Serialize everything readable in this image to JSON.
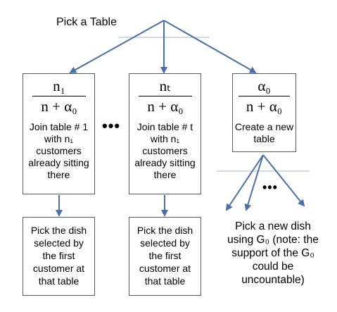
{
  "root_label": "Pick a Table",
  "ellipsis": "•••",
  "tables": [
    {
      "frac_num": "n₁",
      "frac_den": "n + α₀",
      "lines": [
        "Join table # 1",
        "with n₁",
        "customers",
        "already sitting",
        "there"
      ]
    },
    {
      "frac_num": "nₜ",
      "frac_den": "n + α₀",
      "lines": [
        "Join table # t",
        "with n₁",
        "customers",
        "already sitting",
        "there"
      ]
    },
    {
      "frac_num": "α₀",
      "frac_den": "n + α₀",
      "lines": [
        "Create a new",
        "table"
      ]
    }
  ],
  "dishes": [
    {
      "lines": [
        "Pick the dish",
        "selected by",
        "the first",
        "customer at",
        "that table"
      ]
    },
    {
      "lines": [
        "Pick the dish",
        "selected by",
        "the first",
        "customer at",
        "that table"
      ]
    }
  ],
  "new_dish": {
    "lines": [
      "Pick a new dish",
      "using G₀ (note: the",
      "support of the G₀",
      "could be",
      "uncountable)"
    ]
  },
  "colors": {
    "arrow": "#4a6fa8",
    "border": "#555a66",
    "guide": "#a9b7d0"
  }
}
